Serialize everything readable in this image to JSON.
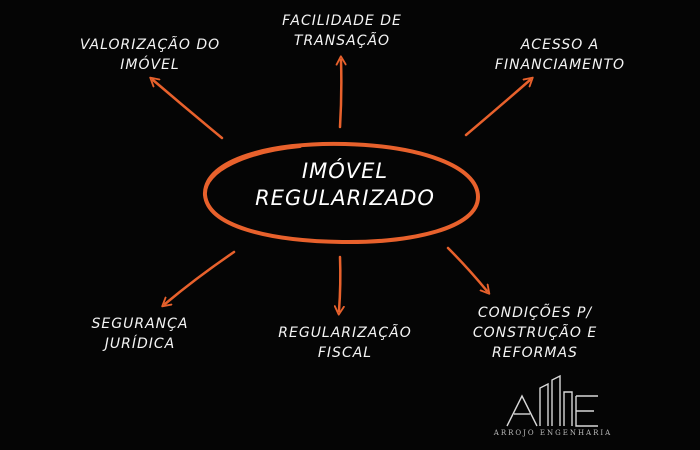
{
  "center": {
    "line1": "IMÓVEL",
    "line2": "REGULARIZADO"
  },
  "nodes": [
    {
      "id": "valorizacao",
      "line1": "VALORIZAÇÃO DO",
      "line2": "IMÓVEL"
    },
    {
      "id": "facilidade",
      "line1": "FACILIDADE DE",
      "line2": "TRANSAÇÃO"
    },
    {
      "id": "acesso",
      "line1": "ACESSO A",
      "line2": "FINANCIAMENTO"
    },
    {
      "id": "seguranca",
      "line1": "SEGURANÇA",
      "line2": "JURÍDICA"
    },
    {
      "id": "regularizacao-fiscal",
      "line1": "REGULARIZAÇÃO",
      "line2": "FISCAL"
    },
    {
      "id": "condicoes",
      "line1": "CONDIÇÕES P/",
      "line2": "CONSTRUÇÃO E",
      "line3": "REFORMAS"
    }
  ],
  "logo": {
    "mark": "AE",
    "text": "ARROJO ENGENHARIA"
  },
  "colors": {
    "accent": "#e8612c",
    "background": "#050505",
    "text": "#f4f4f4"
  }
}
